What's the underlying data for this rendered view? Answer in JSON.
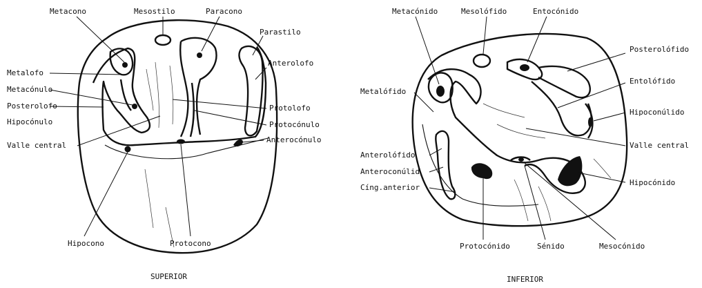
{
  "upper": {
    "caption": "SUPERIOR",
    "labels": {
      "metacono": "Metacono",
      "mesostilo": "Mesostilo",
      "paracono": "Paracono",
      "parastilo": "Parastilo",
      "anterolofo": "Anterolofo",
      "metalofo": "Metalofo",
      "metaconulo": "Metacónulo",
      "posterolofo": "Posterolofo",
      "hipoconulo": "Hipocónulo",
      "valle_central": "Valle central",
      "protolofo": "Protolofo",
      "protoconulo": "Protocónulo",
      "anteroconulo": "Anterocónulo",
      "hipocono": "Hipocono",
      "protocono": "Protocono"
    }
  },
  "lower": {
    "caption": "INFERIOR",
    "labels": {
      "metaconido": "Metacónido",
      "mesolofido": "Mesolófido",
      "entoconido": "Entocónido",
      "posterolofido": "Posterolófido",
      "entolofido": "Entolófido",
      "metalofido": "Metalófido",
      "hipoconulido": "Hipoconúlido",
      "valle_central": "Valle central",
      "anterolofido": "Anterolófido",
      "anteroconulid": "Anteroconúlid",
      "cing_anterior": "Cíng.anterior",
      "hipoconido": "Hipocónido",
      "protoconido": "Protocónido",
      "senido": "Sénido",
      "mesoconido": "Mesocónido"
    }
  }
}
